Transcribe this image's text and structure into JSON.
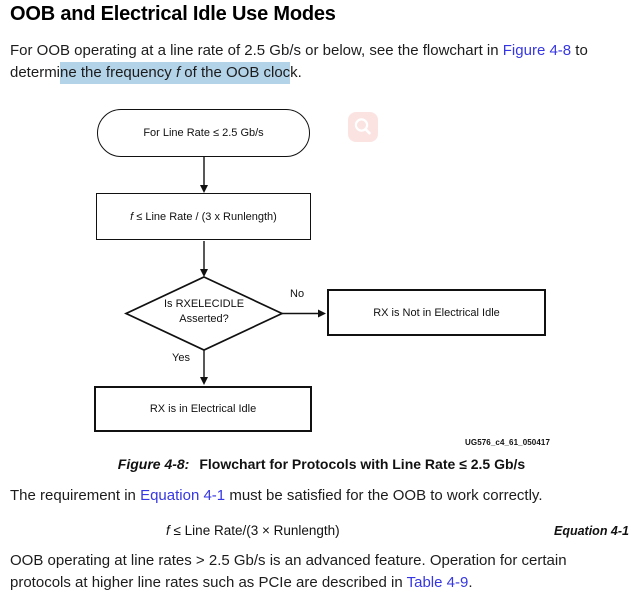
{
  "colors": {
    "link": "#3636e2",
    "highlight": "#b3d3e9",
    "overlay_pink": "#fbe3e1",
    "text": "#1c1c1c"
  },
  "header": {
    "title": "OOB and Electrical Idle Use Modes"
  },
  "intro": {
    "line1_pre": "For OOB operating at a line rate of 2.5 Gb/s or below, see the flowchart in ",
    "line1_link": "Figure 4-8",
    "line1_post": " to",
    "line2_pre": "determi",
    "hl_pre": "ne the frequency ",
    "hl_f": "f",
    "hl_post": " of the OOB cloc",
    "line2_end": "k."
  },
  "flowchart": {
    "start_label": "For Line Rate ≤ 2.5 Gb/s",
    "process_f": "f",
    "process_rest": " ≤ Line Rate / (3 x Runlength)",
    "decision_line1": "Is RXELECIDLE",
    "decision_line2": "Asserted?",
    "no_label": "No",
    "yes_label": "Yes",
    "no_box_label": "RX is Not in Electrical Idle",
    "yes_box_label": "RX is in Electrical Idle",
    "watermark": "UG576_c4_61_050417"
  },
  "overlay": {
    "search_icon": "magnifier"
  },
  "caption": {
    "label": "Figure 4-8:",
    "text": "Flowchart for Protocols with Line Rate ≤ 2.5 Gb/s"
  },
  "body": {
    "req_pre": "The requirement in ",
    "req_link": "Equation 4-1",
    "req_post": " must be satisfied for the OOB to work correctly.",
    "equation_f": "f",
    "equation_rest": " ≤ Line Rate/(3 × Runlength)",
    "equation_label": "Equation 4-1",
    "outro_line1": "OOB operating at line rates > 2.5 Gb/s is an advanced feature. Operation for certain",
    "outro_line2_pre": "protocols at higher line rates such as PCIe are described in ",
    "outro_link": "Table 4-9",
    "outro_end": "."
  }
}
